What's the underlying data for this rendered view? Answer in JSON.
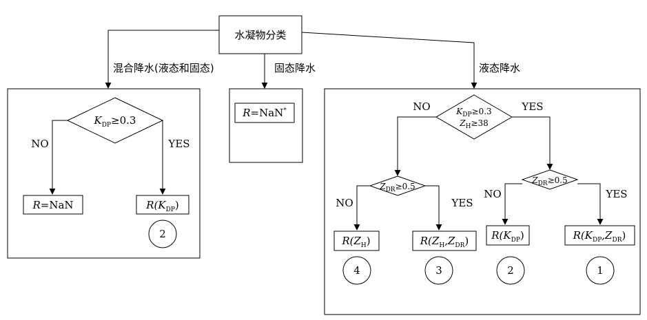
{
  "root": {
    "label": "水凝物分类"
  },
  "branches": {
    "mixed": "混合降水(液态和固态)",
    "solid": "固态降水",
    "liquid": "液态降水"
  },
  "mixed_panel": {
    "condition": {
      "var": "K",
      "sub": "DP",
      "rest": "≥0.3"
    },
    "no": "NO",
    "yes": "YES",
    "result_no": {
      "a": "R",
      "b": "=NaN"
    },
    "result_yes": {
      "a": "R(K",
      "sub": "DP",
      "b": ")"
    },
    "circle": "2"
  },
  "solid_panel": {
    "result": {
      "a": "R",
      "b": "=NaN",
      "sup": "*"
    }
  },
  "liquid_panel": {
    "condition1": {
      "var": "K",
      "sub": "DP",
      "rest": "≥0.3"
    },
    "condition2": {
      "var": "Z",
      "sub": "H",
      "rest": "≥38"
    },
    "no": "NO",
    "yes": "YES",
    "left_cond": {
      "var": "Z",
      "sub": "DR",
      "rest": "≥0.5"
    },
    "right_cond": {
      "var": "Z",
      "sub": "DR",
      "rest": "≥0.5"
    },
    "left_no": "NO",
    "left_yes": "YES",
    "right_no": "NO",
    "right_yes": "YES",
    "r4": {
      "a": "R(Z",
      "sub": "H",
      "b": ")"
    },
    "r3": {
      "a": "R(Z",
      "sub1": "H",
      "mid": ",Z",
      "sub2": "DR",
      "b": ")"
    },
    "r2": {
      "a": "R(K",
      "sub": "DP",
      "b": ")"
    },
    "r1": {
      "a": "R(K",
      "sub1": "DP",
      "mid": ",Z",
      "sub2": "DR",
      "b": ")"
    },
    "c4": "4",
    "c3": "3",
    "c2": "2",
    "c1": "1"
  }
}
